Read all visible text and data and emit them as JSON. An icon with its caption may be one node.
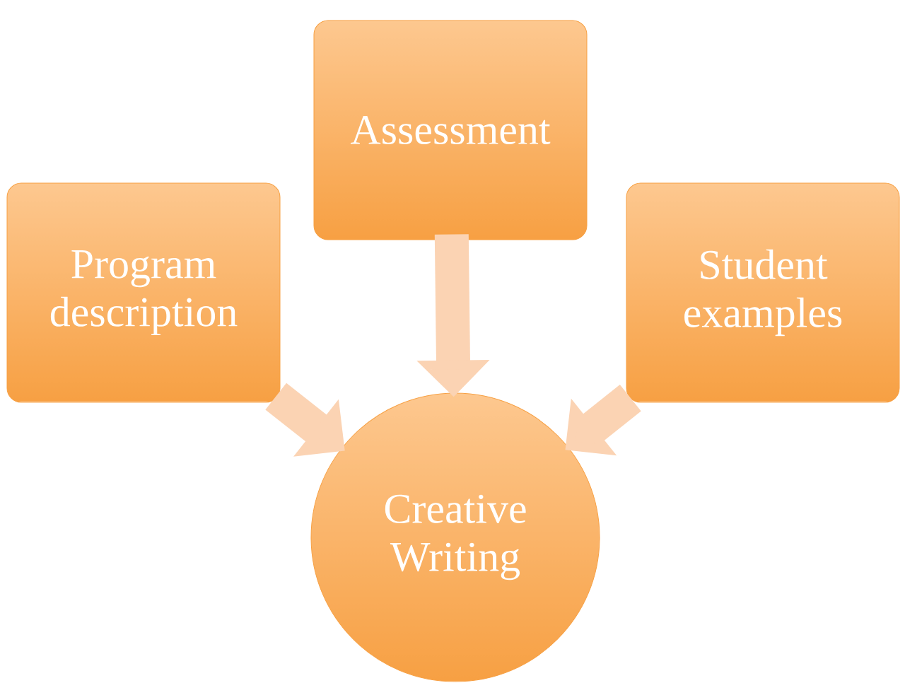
{
  "diagram": {
    "nodes": [
      {
        "text": [
          "Assessment"
        ]
      },
      {
        "text": [
          "Program description"
        ]
      },
      {
        "text": [
          "Student examples"
        ]
      },
      {
        "text": [
          "Creative Writing"
        ]
      }
    ],
    "edges": [
      {
        "from": 0,
        "to": 3,
        "arrow": "to"
      },
      {
        "from": 1,
        "to": 3,
        "arrow": "to"
      },
      {
        "from": 2,
        "to": 3,
        "arrow": "to"
      }
    ]
  }
}
